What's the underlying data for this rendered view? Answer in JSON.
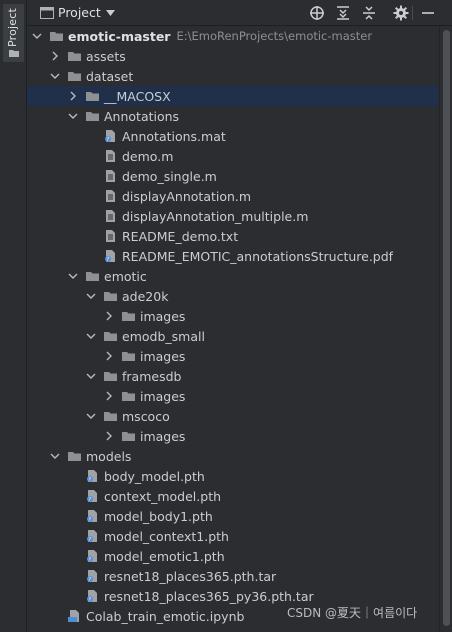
{
  "toolstrip": {
    "tab_label": "Project"
  },
  "header": {
    "title": "Project",
    "buttons": [
      "crosshair-icon",
      "expand-all-icon",
      "collapse-all-icon",
      "gear-icon",
      "minimize-icon"
    ]
  },
  "colors": {
    "folder": "#8e9096",
    "file": "#9fa2a7",
    "selected_row": "#20304a",
    "text": "#cbcdd1"
  },
  "tree": {
    "items": [
      {
        "name": "emotic-master",
        "path": "E:\\EmoRenProjects\\emotic-master",
        "type": "folder",
        "state": "expanded",
        "bold": true,
        "depth": 0
      },
      {
        "name": "assets",
        "type": "folder",
        "state": "collapsed",
        "depth": 1
      },
      {
        "name": "dataset",
        "type": "folder",
        "state": "expanded",
        "depth": 1
      },
      {
        "name": "__MACOSX",
        "type": "folder",
        "state": "collapsed",
        "depth": 2,
        "selected": true
      },
      {
        "name": "Annotations",
        "type": "folder",
        "state": "expanded",
        "depth": 2
      },
      {
        "name": "Annotations.mat",
        "type": "file-unknown",
        "depth": 3
      },
      {
        "name": "demo.m",
        "type": "file-text",
        "depth": 3
      },
      {
        "name": "demo_single.m",
        "type": "file-text",
        "depth": 3
      },
      {
        "name": "displayAnnotation.m",
        "type": "file-text",
        "depth": 3
      },
      {
        "name": "displayAnnotation_multiple.m",
        "type": "file-text",
        "depth": 3
      },
      {
        "name": "README_demo.txt",
        "type": "file-text",
        "depth": 3
      },
      {
        "name": "README_EMOTIC_annotationsStructure.pdf",
        "type": "file-unknown",
        "depth": 3
      },
      {
        "name": "emotic",
        "type": "folder",
        "state": "expanded",
        "depth": 2
      },
      {
        "name": "ade20k",
        "type": "folder",
        "state": "expanded",
        "depth": 3
      },
      {
        "name": "images",
        "type": "folder",
        "state": "collapsed",
        "depth": 4
      },
      {
        "name": "emodb_small",
        "type": "folder",
        "state": "expanded",
        "depth": 3
      },
      {
        "name": "images",
        "type": "folder",
        "state": "collapsed",
        "depth": 4
      },
      {
        "name": "framesdb",
        "type": "folder",
        "state": "expanded",
        "depth": 3
      },
      {
        "name": "images",
        "type": "folder",
        "state": "collapsed",
        "depth": 4
      },
      {
        "name": "mscoco",
        "type": "folder",
        "state": "expanded",
        "depth": 3
      },
      {
        "name": "images",
        "type": "folder",
        "state": "collapsed",
        "depth": 4
      },
      {
        "name": "models",
        "type": "folder",
        "state": "expanded",
        "depth": 1
      },
      {
        "name": "body_model.pth",
        "type": "file-unknown",
        "depth": 2
      },
      {
        "name": "context_model.pth",
        "type": "file-unknown",
        "depth": 2
      },
      {
        "name": "model_body1.pth",
        "type": "file-unknown",
        "depth": 2
      },
      {
        "name": "model_context1.pth",
        "type": "file-unknown",
        "depth": 2
      },
      {
        "name": "model_emotic1.pth",
        "type": "file-unknown",
        "depth": 2
      },
      {
        "name": "resnet18_places365.pth.tar",
        "type": "file-unknown",
        "depth": 2
      },
      {
        "name": "resnet18_places365_py36.pth.tar",
        "type": "file-unknown",
        "depth": 2
      },
      {
        "name": "Colab_train_emotic.ipynb",
        "type": "file-notebook",
        "depth": 1
      }
    ]
  },
  "watermark": "CSDN @夏天｜여름이다"
}
